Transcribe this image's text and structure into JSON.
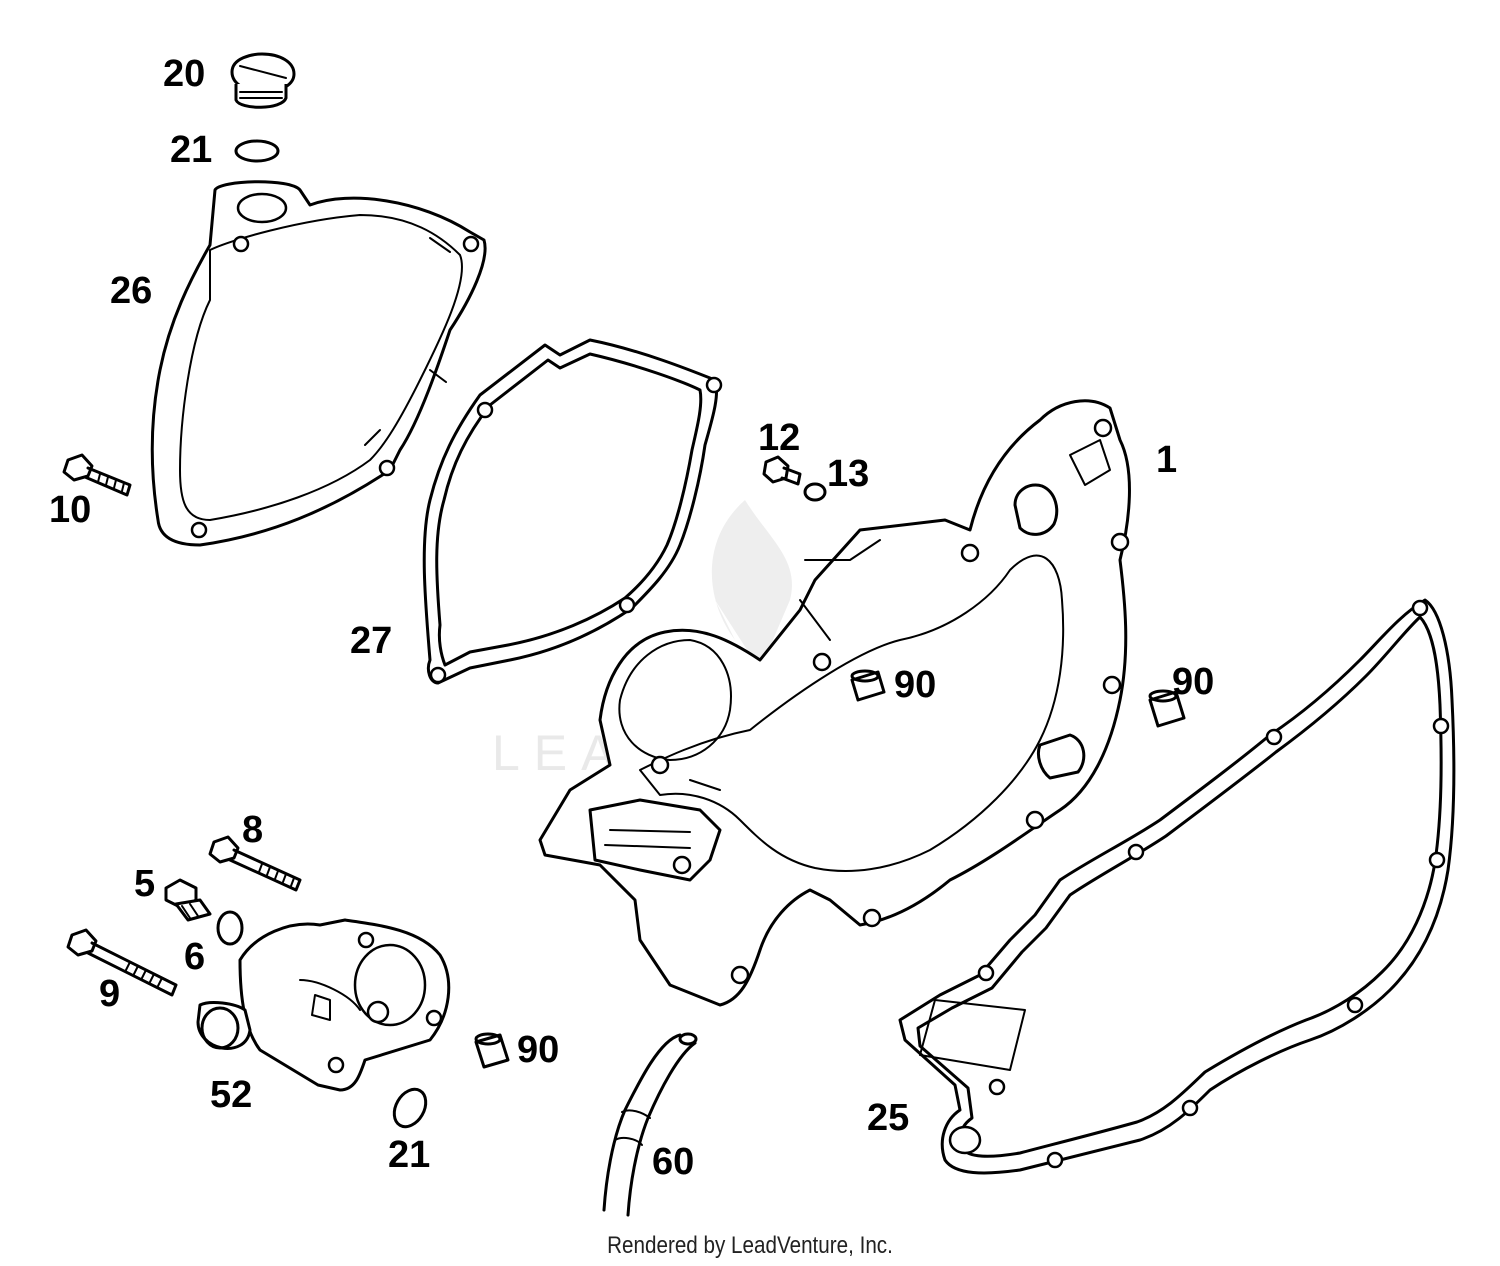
{
  "diagram": {
    "callouts": {
      "c20": "20",
      "c21a": "21",
      "c26": "26",
      "c10": "10",
      "c27": "27",
      "c12": "12",
      "c13": "13",
      "c1": "1",
      "c90a": "90",
      "c90b": "90",
      "c8": "8",
      "c5": "5",
      "c6": "6",
      "c9": "9",
      "c52": "52",
      "c90c": "90",
      "c21b": "21",
      "c60": "60",
      "c25": "25"
    },
    "watermark": "LEADVENTURE",
    "footer": "Rendered by LeadVenture, Inc."
  }
}
